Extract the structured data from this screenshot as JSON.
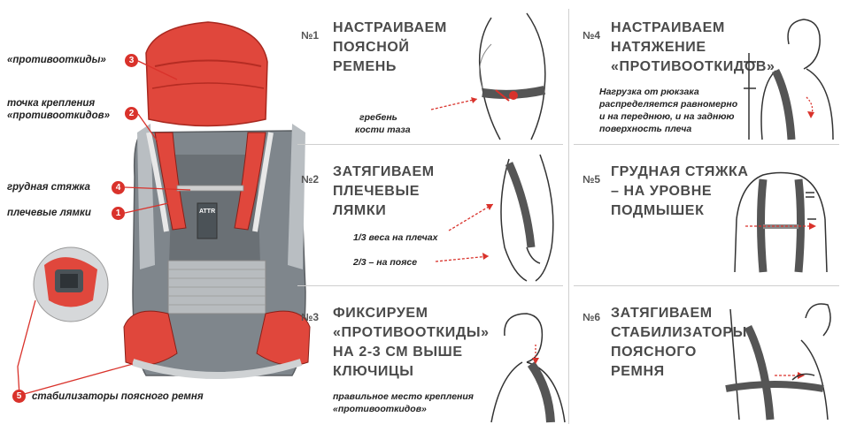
{
  "backpack": {
    "labels": {
      "anti_lift": "«противооткиды»",
      "anchor_point_line1": "точка крепления",
      "anchor_point_line2": "«противооткидов»",
      "chest_strap": "грудная стяжка",
      "shoulder_straps": "плечевые лямки",
      "hip_stabilizers": "стабилизаторы поясного ремня"
    },
    "markers": {
      "m1": "1",
      "m2": "2",
      "m3": "3",
      "m4": "4",
      "m5": "5"
    },
    "brand_tag": "ATTR"
  },
  "steps": [
    {
      "no": "№1",
      "title": [
        "НАСТРАИВАЕМ",
        "ПОЯСНОЙ",
        "РЕМЕНЬ"
      ],
      "note": [
        "гребень",
        "кости таза"
      ]
    },
    {
      "no": "№2",
      "title": [
        "ЗАТЯГИВАЕМ",
        "ПЛЕЧЕВЫЕ",
        "ЛЯМКИ"
      ],
      "note_a": "1/3 веса на плечах",
      "note_b": "2/3 – на поясе"
    },
    {
      "no": "№3",
      "title": [
        "ФИКСИРУЕМ",
        "«ПРОТИВООТКИДЫ»",
        "НА 2-3 СМ ВЫШЕ",
        "КЛЮЧИЦЫ"
      ],
      "note": [
        "правильное место крепления",
        "«противооткидов»"
      ]
    },
    {
      "no": "№4",
      "title": [
        "НАСТРАИВАЕМ",
        "НАТЯЖЕНИЕ",
        "«ПРОТИВООТКИДОВ»"
      ],
      "note": [
        "Нагрузка от рюкзака",
        "распределяется равномерно",
        "и на переднюю, и на заднюю",
        "поверхность плеча"
      ]
    },
    {
      "no": "№5",
      "title": [
        "ГРУДНАЯ СТЯЖКА",
        "– НА УРОВНЕ",
        "ПОДМЫШЕК"
      ]
    },
    {
      "no": "№6",
      "title": [
        "ЗАТЯГИВАЕМ",
        "СТАБИЛИЗАТОРЫ",
        "ПОЯСНОГО",
        "РЕМНЯ"
      ]
    }
  ],
  "colors": {
    "accent": "#d9322b",
    "gray": "#7b7b7b",
    "text": "#4a4a4a"
  }
}
